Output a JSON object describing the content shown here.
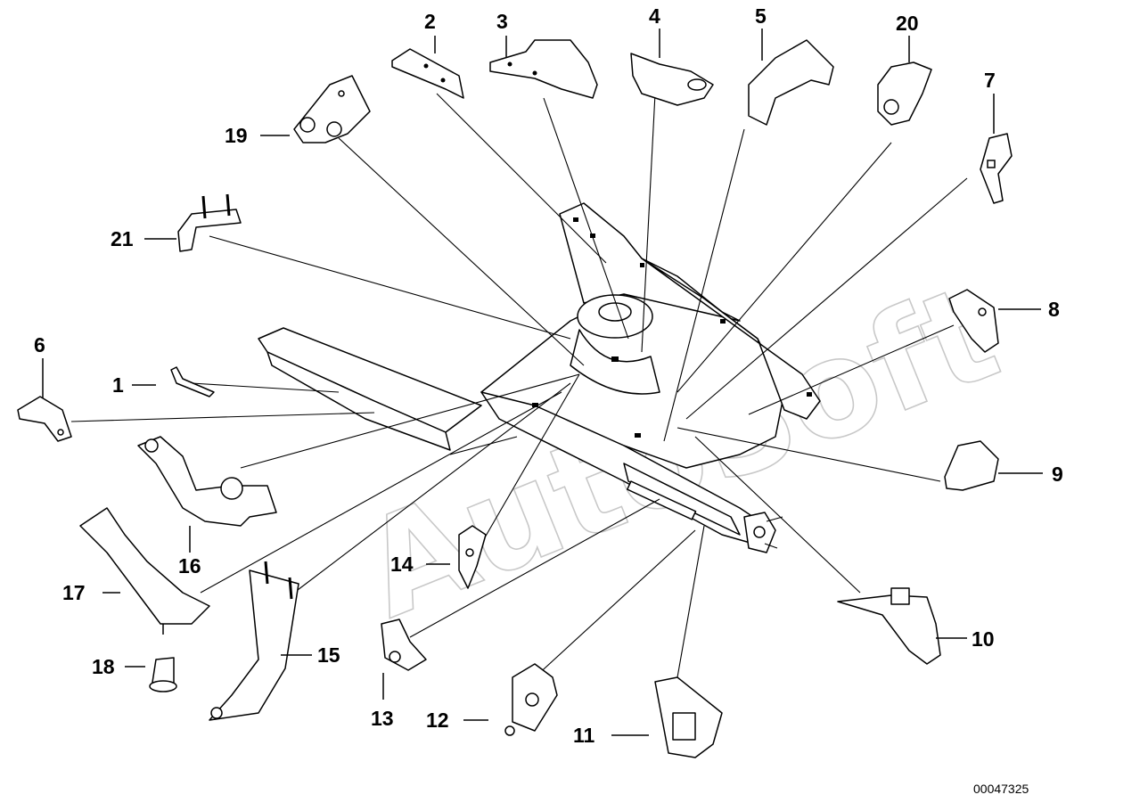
{
  "diagram": {
    "callouts": [
      {
        "id": "1",
        "label": "1"
      },
      {
        "id": "2",
        "label": "2"
      },
      {
        "id": "3",
        "label": "3"
      },
      {
        "id": "4",
        "label": "4"
      },
      {
        "id": "5",
        "label": "5"
      },
      {
        "id": "6",
        "label": "6"
      },
      {
        "id": "7",
        "label": "7"
      },
      {
        "id": "8",
        "label": "8"
      },
      {
        "id": "9",
        "label": "9"
      },
      {
        "id": "10",
        "label": "10"
      },
      {
        "id": "11",
        "label": "11"
      },
      {
        "id": "12",
        "label": "12"
      },
      {
        "id": "13",
        "label": "13"
      },
      {
        "id": "14",
        "label": "14"
      },
      {
        "id": "15",
        "label": "15"
      },
      {
        "id": "16",
        "label": "16"
      },
      {
        "id": "17",
        "label": "17"
      },
      {
        "id": "18",
        "label": "18"
      },
      {
        "id": "19",
        "label": "19"
      },
      {
        "id": "20",
        "label": "20"
      },
      {
        "id": "21",
        "label": "21"
      }
    ],
    "watermark": "AutoSoft",
    "document_id": "00047325"
  }
}
